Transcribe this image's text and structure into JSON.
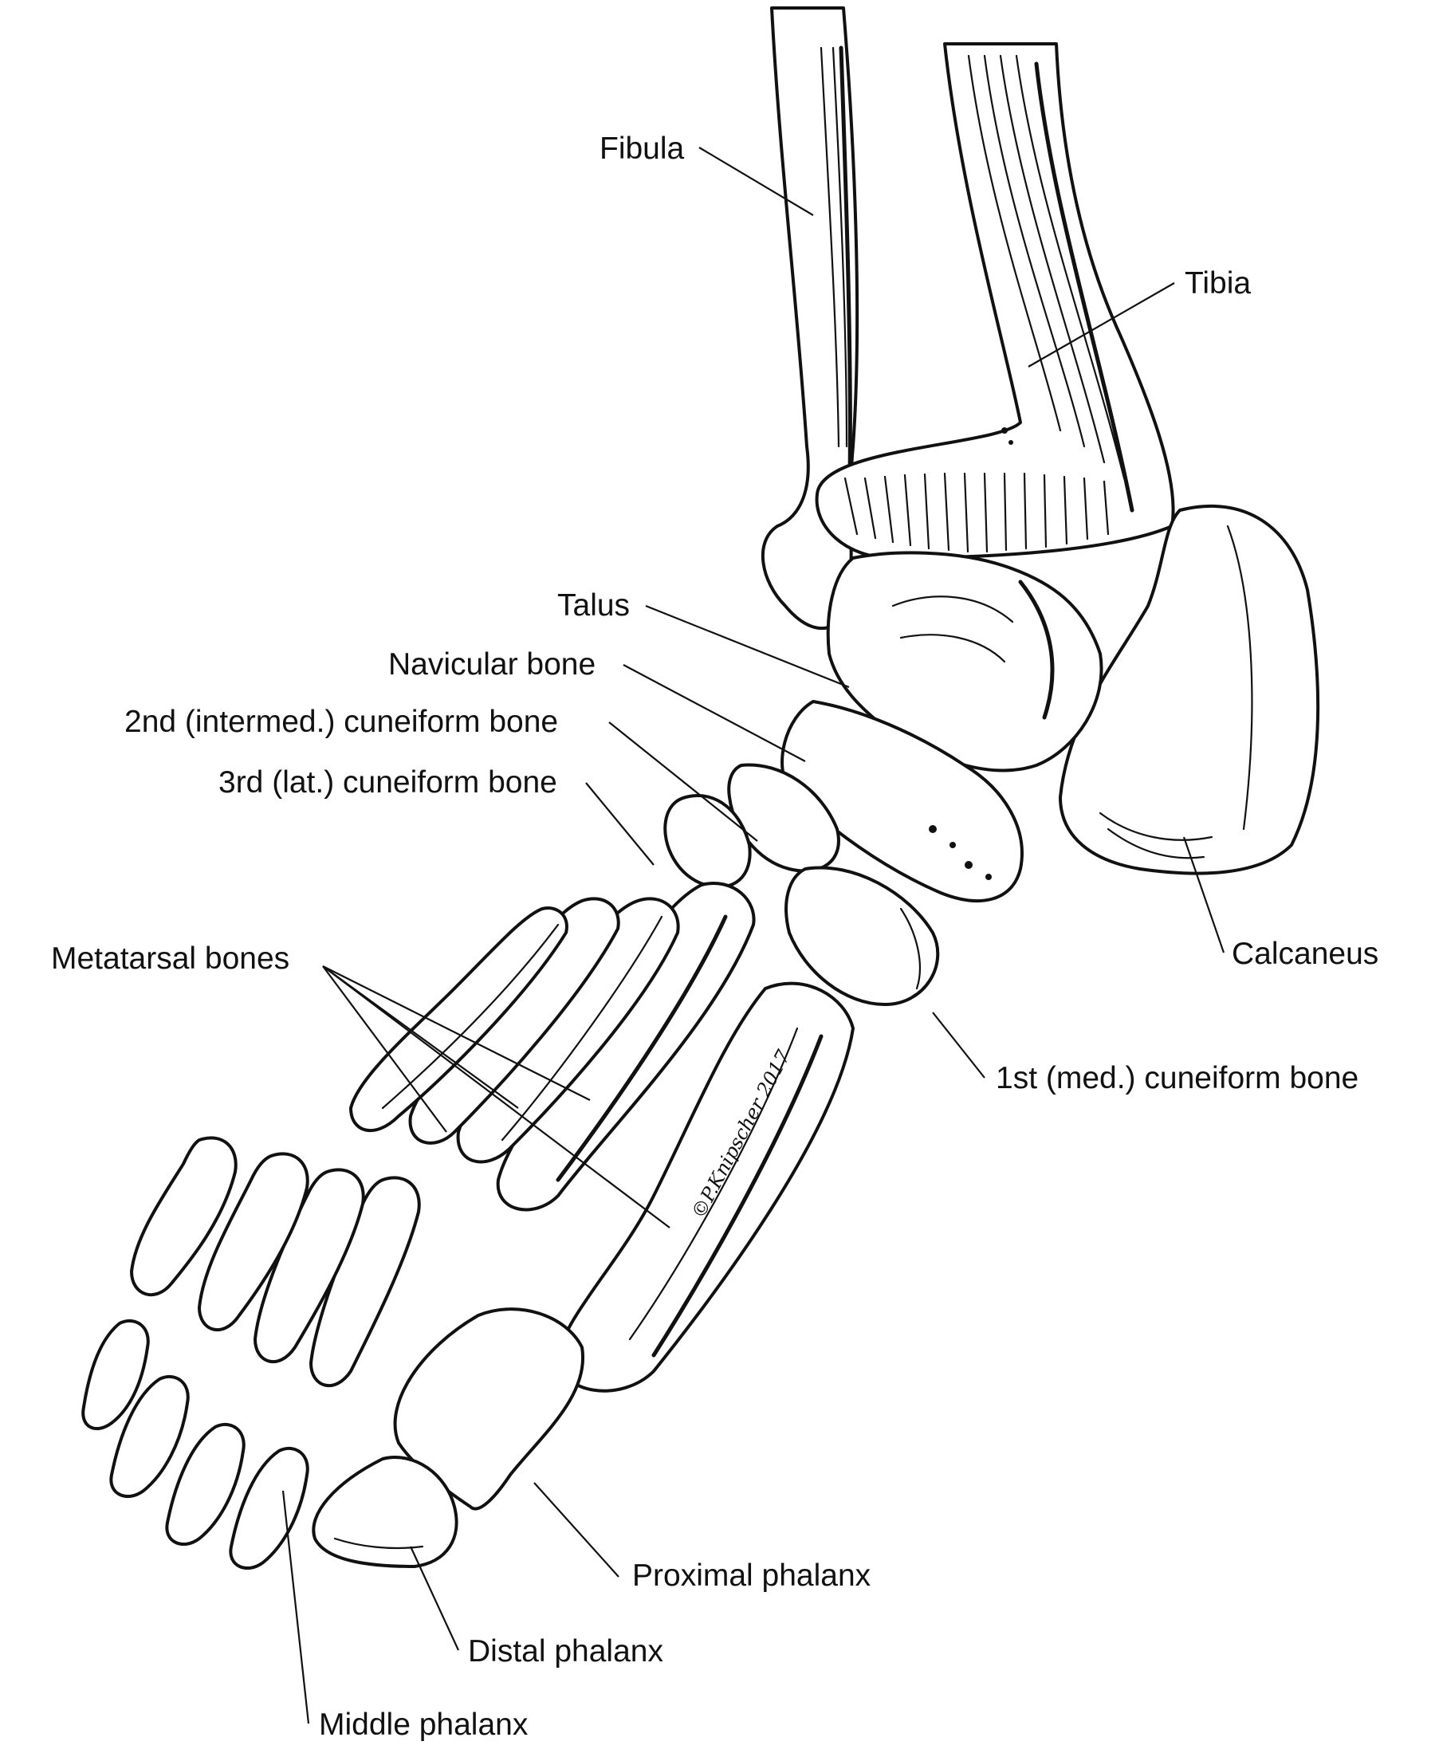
{
  "labels": {
    "fibula": "Fibula",
    "tibia": "Tibia",
    "talus": "Talus",
    "navicular": "Navicular bone",
    "cuneiform_2": "2nd (intermed.) cuneiform bone",
    "cuneiform_3": "3rd (lat.) cuneiform bone",
    "metatarsal": "Metatarsal bones",
    "calcaneus": "Calcaneus",
    "cuneiform_1": "1st (med.) cuneiform bone",
    "proximal_phalanx": "Proximal phalanx",
    "distal_phalanx": "Distal phalanx",
    "middle_phalanx": "Middle phalanx"
  },
  "signature": "©P.Knipscher 2017",
  "colors": {
    "ink": "#111111",
    "paper": "#ffffff"
  }
}
